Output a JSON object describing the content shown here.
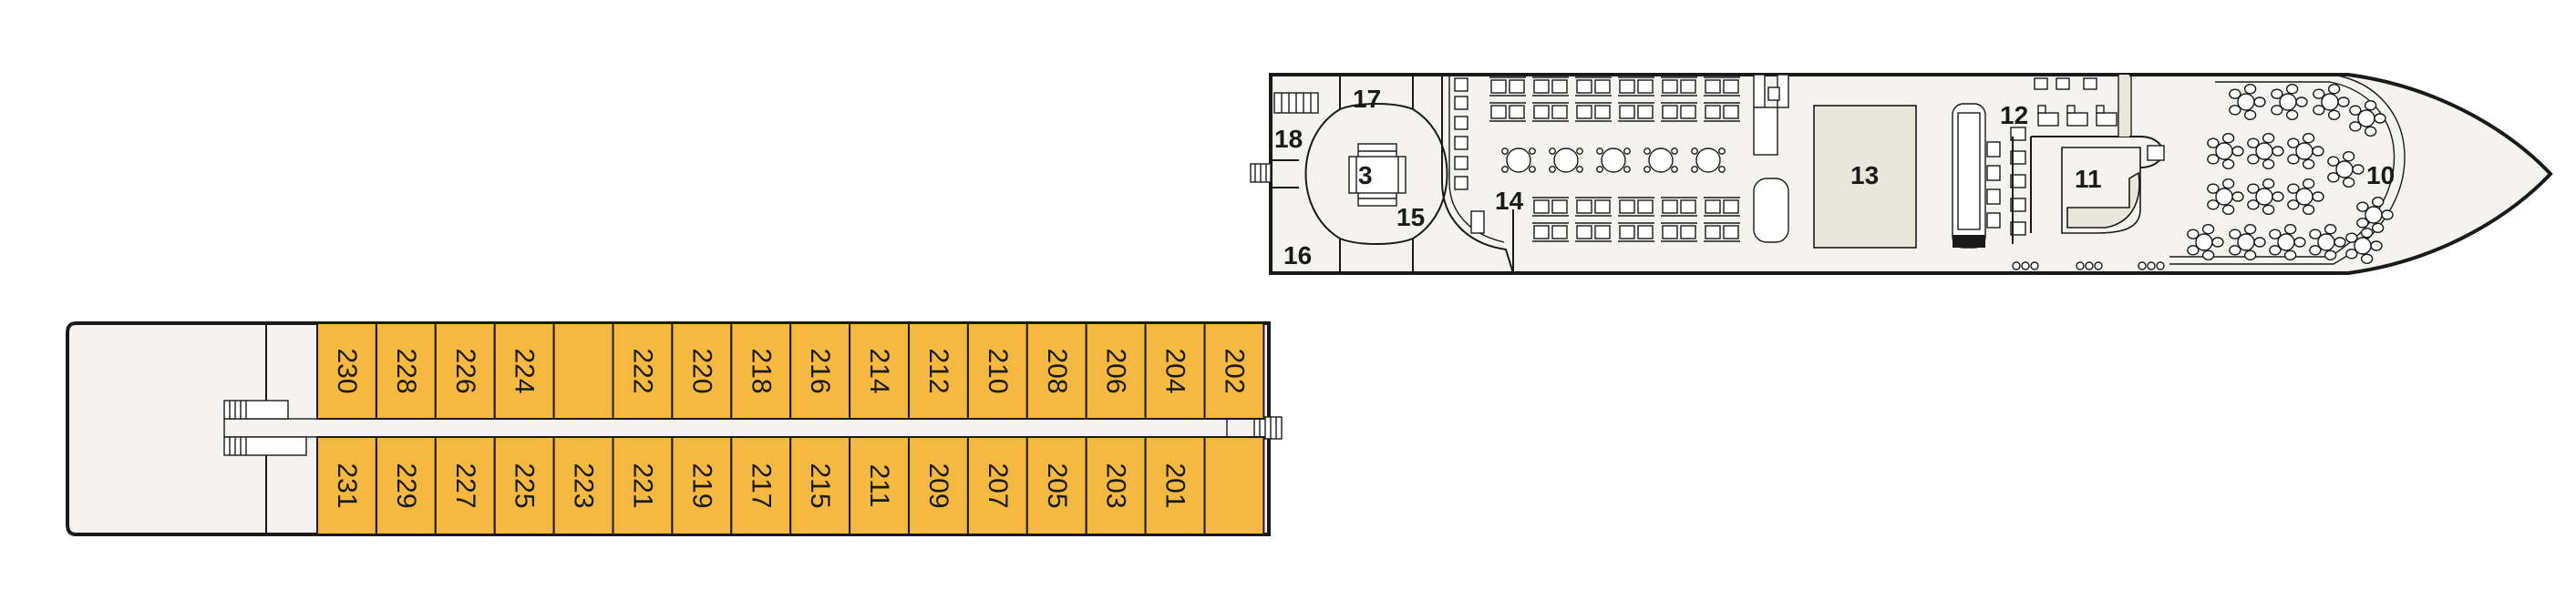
{
  "colors": {
    "cabin": "#f5b942",
    "hull": "#f4f3ef",
    "line": "#1a1a1a",
    "room": "#e9e6dc"
  },
  "upper_deck": {
    "areas": [
      {
        "id": "a17",
        "label": "17"
      },
      {
        "id": "a18",
        "label": "18"
      },
      {
        "id": "a3",
        "label": "3"
      },
      {
        "id": "a15",
        "label": "15"
      },
      {
        "id": "a16",
        "label": "16"
      },
      {
        "id": "a14",
        "label": "14"
      },
      {
        "id": "a13",
        "label": "13"
      },
      {
        "id": "a12",
        "label": "12"
      },
      {
        "id": "a11",
        "label": "11"
      },
      {
        "id": "a10",
        "label": "10"
      }
    ]
  },
  "lower_deck": {
    "top_row": [
      "230",
      "228",
      "226",
      "224",
      "",
      "222",
      "220",
      "218",
      "216",
      "214",
      "212",
      "210",
      "208",
      "206",
      "204",
      "202"
    ],
    "bottom_row": [
      "231",
      "229",
      "227",
      "225",
      "223",
      "221",
      "219",
      "217",
      "215",
      "211",
      "209",
      "207",
      "205",
      "203",
      "201",
      ""
    ]
  }
}
